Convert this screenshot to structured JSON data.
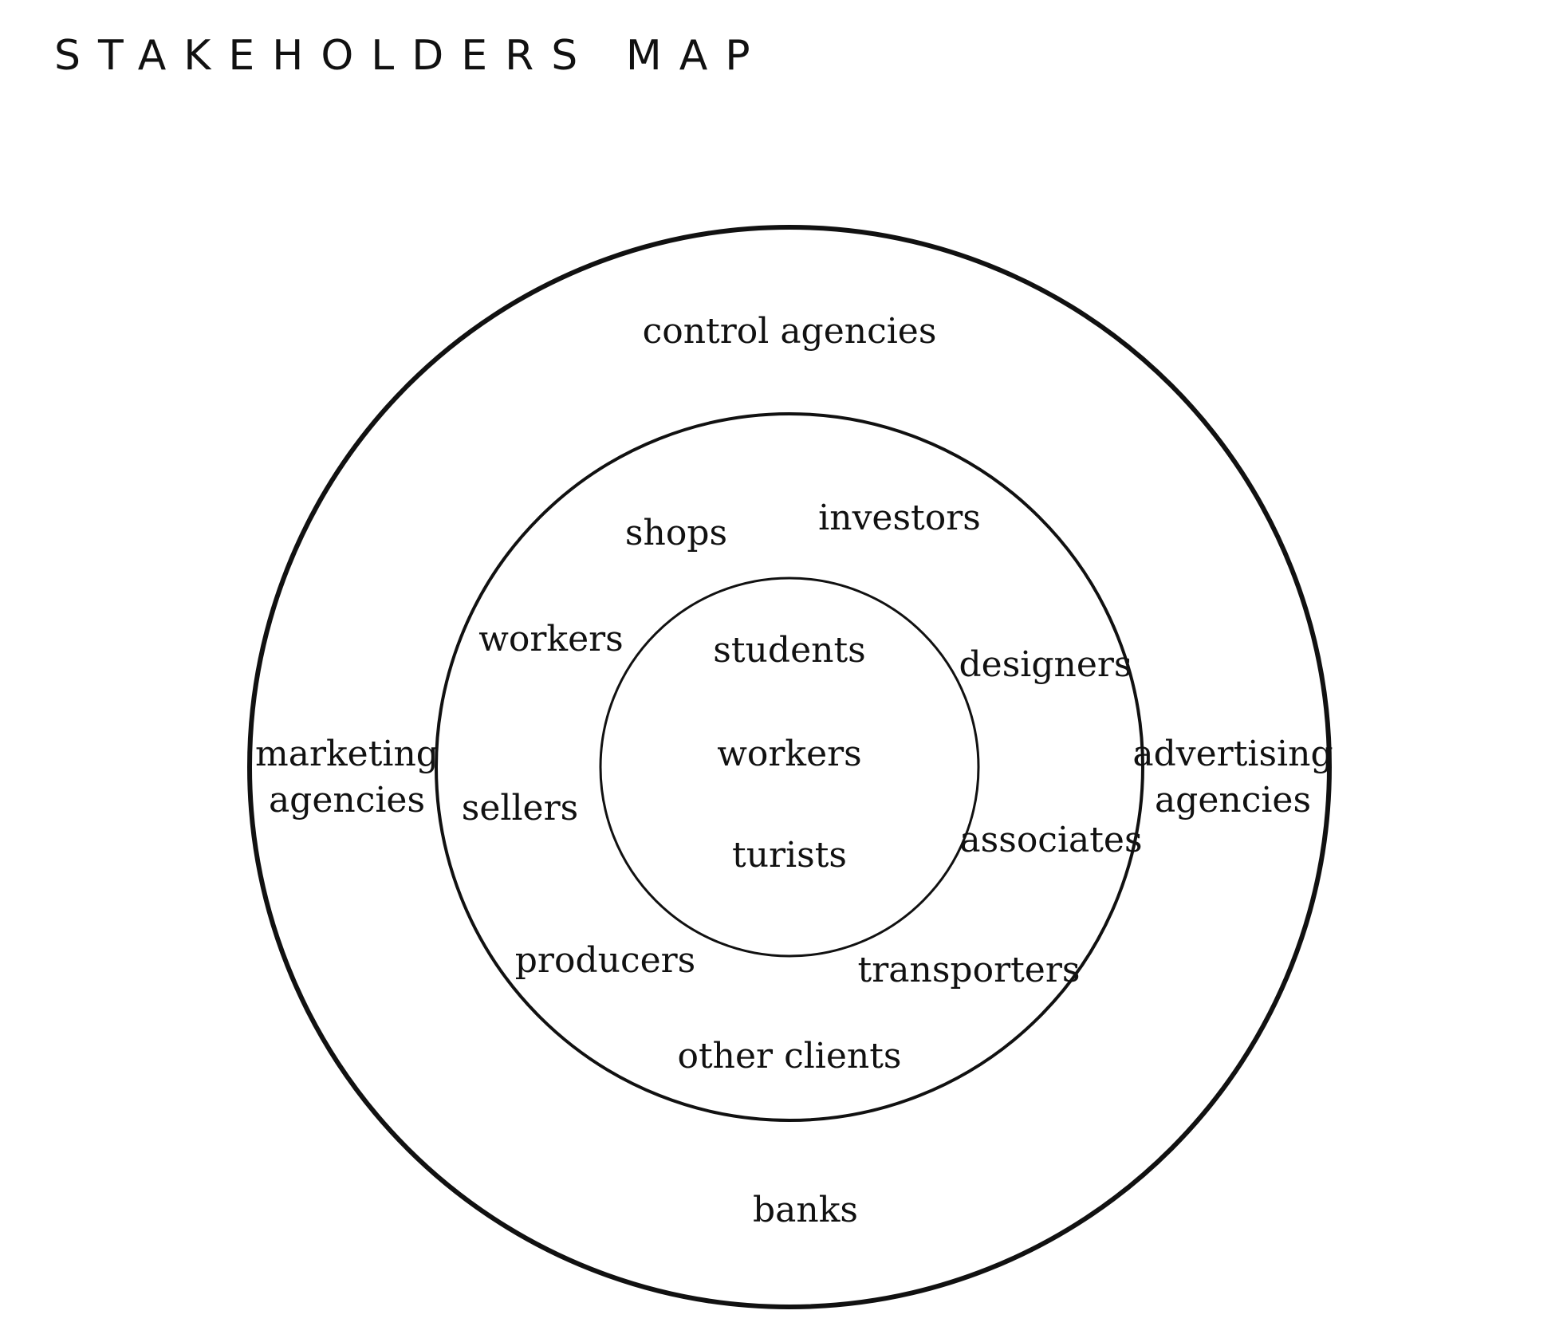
{
  "title": "STAKEHOLDERS MAP",
  "rings": {
    "inner": [
      "students",
      "workers",
      "turists"
    ],
    "middle": [
      "shops",
      "investors",
      "workers",
      "designers",
      "sellers",
      "associates",
      "producers",
      "transporters",
      "other clients"
    ],
    "outer": [
      "control agencies",
      "marketing agencies",
      "advertising agencies",
      "banks"
    ]
  },
  "labels": {
    "outer_top": "control agencies",
    "outer_left_1": "marketing",
    "outer_left_2": "agencies",
    "outer_right_1": "advertising",
    "outer_right_2": "agencies",
    "outer_bottom": "banks",
    "middle_shops": "shops",
    "middle_investors": "investors",
    "middle_workers": "workers",
    "middle_designers": "designers",
    "middle_sellers": "sellers",
    "middle_associates": "associates",
    "middle_producers": "producers",
    "middle_transporters": "transporters",
    "middle_other_clients": "other clients",
    "inner_students": "students",
    "inner_workers": "workers",
    "inner_turists": "turists"
  },
  "colors": {
    "line": "#111111",
    "text": "#111111",
    "background": "#ffffff"
  }
}
